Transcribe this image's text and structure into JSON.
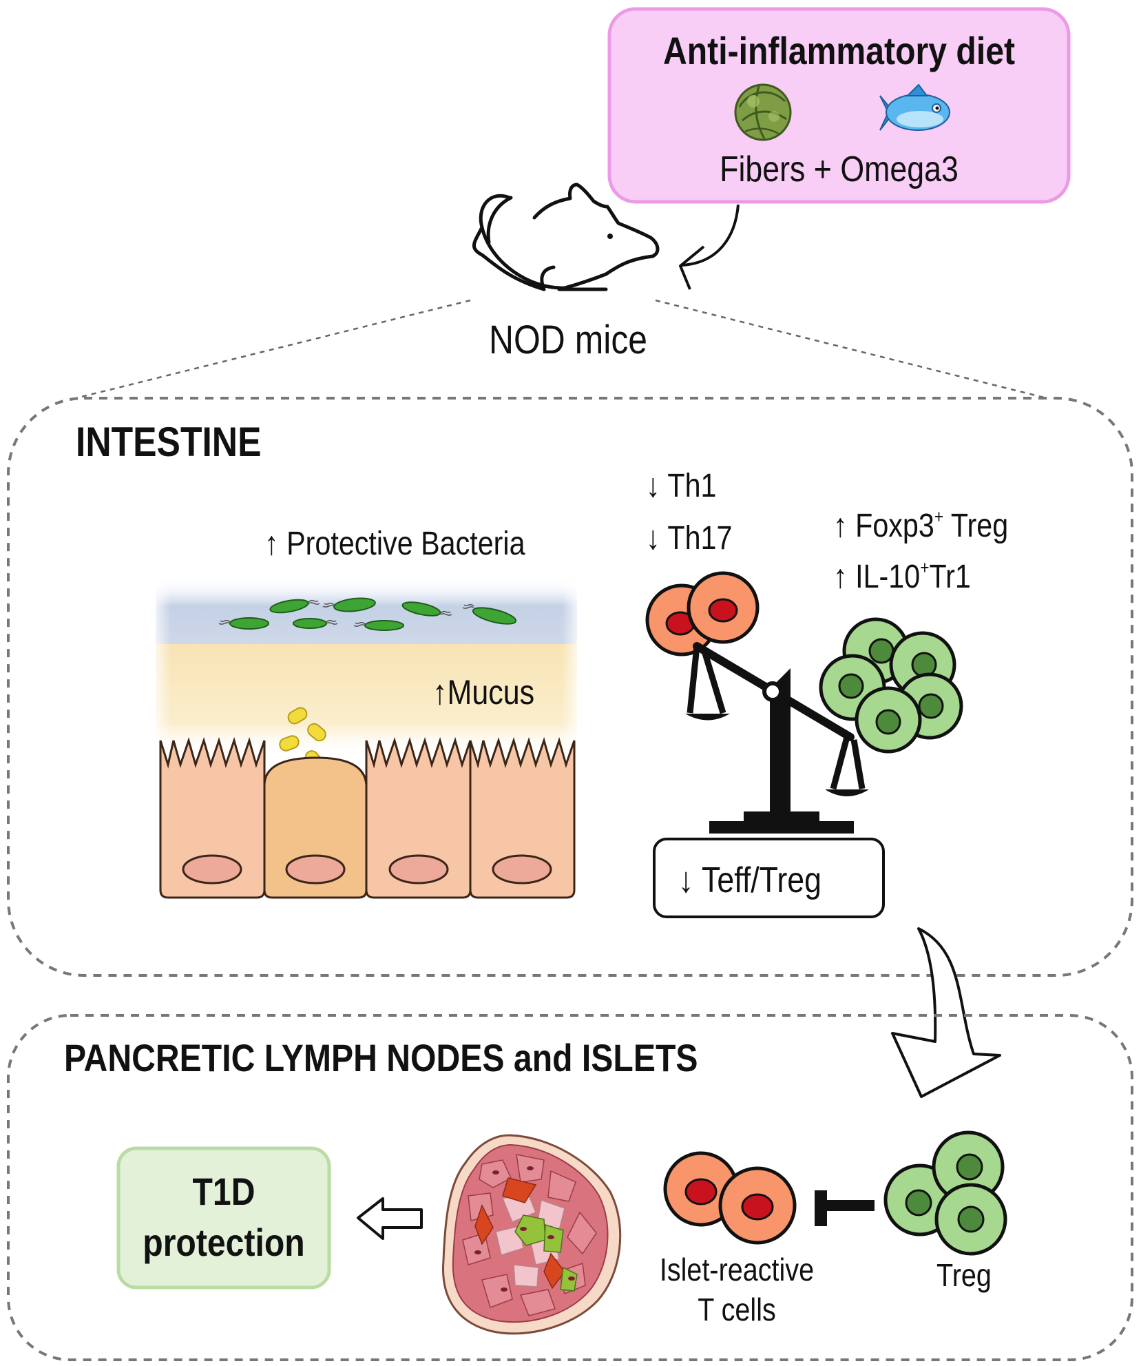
{
  "diet": {
    "title": "Anti-inflammatory diet",
    "subtitle": "Fibers + Omega3",
    "fill": "#f8cdf6",
    "border": "#ec9ae6"
  },
  "mouse": {
    "label": "NOD mice"
  },
  "intestine": {
    "title": "INTESTINE",
    "bacteria_label": "Protective Bacteria",
    "mucus_label": "Mucus",
    "th1_label": "Th1",
    "th17_label": "Th17",
    "treg_label_main": "Foxp3",
    "treg_label_sup": "+",
    "treg_label_tail": " Treg",
    "tr1_label_main": "IL-10",
    "tr1_label_sup": "+",
    "tr1_label_tail": "Tr1",
    "ratio_label": "Teff/Treg"
  },
  "pancreas": {
    "title": "PANCRETIC LYMPH NODES and ISLETS",
    "outcome_line1": "T1D",
    "outcome_line2": "protection",
    "islet_cells_line1": "Islet-reactive",
    "islet_cells_line2": "T cells",
    "treg_label": "Treg",
    "outcome_fill": "#e3f1d9",
    "outcome_border": "#b9dca3"
  },
  "symbols": {
    "up": "↑",
    "down": "↓"
  },
  "colors": {
    "effector_cell": "#f9956a",
    "effector_nucleus": "#c8131e",
    "treg_cell": "#a6d98f",
    "treg_nucleus": "#4e8a3b",
    "bacteria": "#3ea534",
    "enterocyte": "#f6c6a6",
    "goblet_cell": "#f3c18a",
    "mucus_granule": "#f2dc3c"
  }
}
